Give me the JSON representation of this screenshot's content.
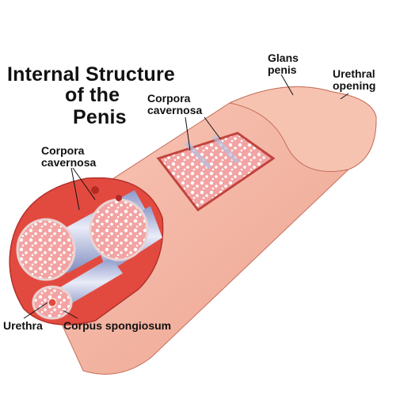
{
  "title": {
    "line1": "Internal Structure",
    "line2": "of the",
    "line3": "Penis"
  },
  "labels": {
    "glans_penis": "Glans\npenis",
    "urethral_opening": "Urethral\nopening",
    "corpora_cavernosa_top": "Corpora\ncavernosa",
    "corpora_cavernosa_left": "Corpora\ncavernosa",
    "urethra": "Urethra",
    "corpus_spongiosum": "Corpus spongiosum"
  },
  "colors": {
    "skin": "#f6b9a6",
    "skin_shadow": "#e89a86",
    "tissue_red": "#e0453d",
    "sponge_pink": "#f3a7a7",
    "sponge_holes": "#ffffff",
    "tube_blue": "#a9b4dc"
  }
}
